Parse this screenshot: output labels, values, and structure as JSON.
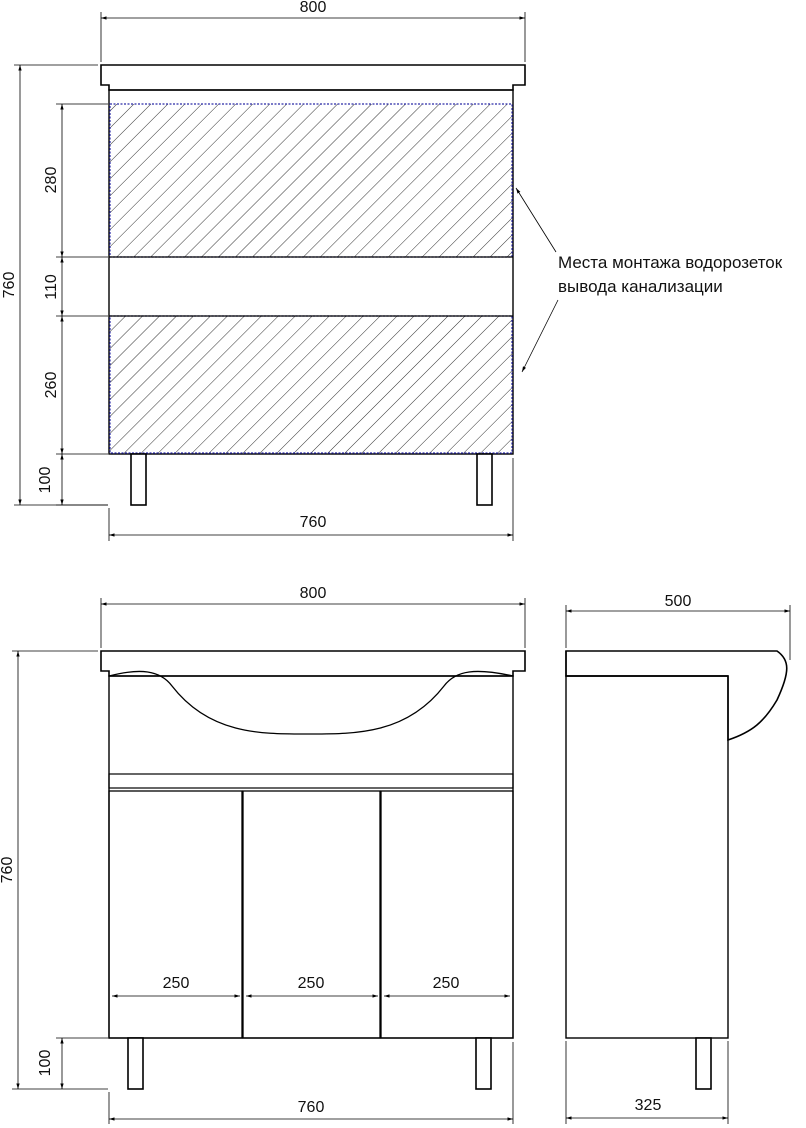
{
  "top_view": {
    "width_overall": "800",
    "height_overall": "760",
    "zone_upper_height": "280",
    "gap_height": "110",
    "zone_lower_height": "260",
    "legs_height": "100",
    "width_cabinet": "760",
    "note_line1": "Места монтажа водорозеток",
    "note_line2": "вывода канализации"
  },
  "front_view": {
    "width_overall": "800",
    "height_overall": "760",
    "door_widths": [
      "250",
      "250",
      "250"
    ],
    "legs_height": "100",
    "width_cabinet": "760"
  },
  "side_view": {
    "depth_overall": "500",
    "depth_cabinet": "325"
  },
  "colors": {
    "line": "#000000",
    "hatch_outline": "#2a2aa8"
  }
}
